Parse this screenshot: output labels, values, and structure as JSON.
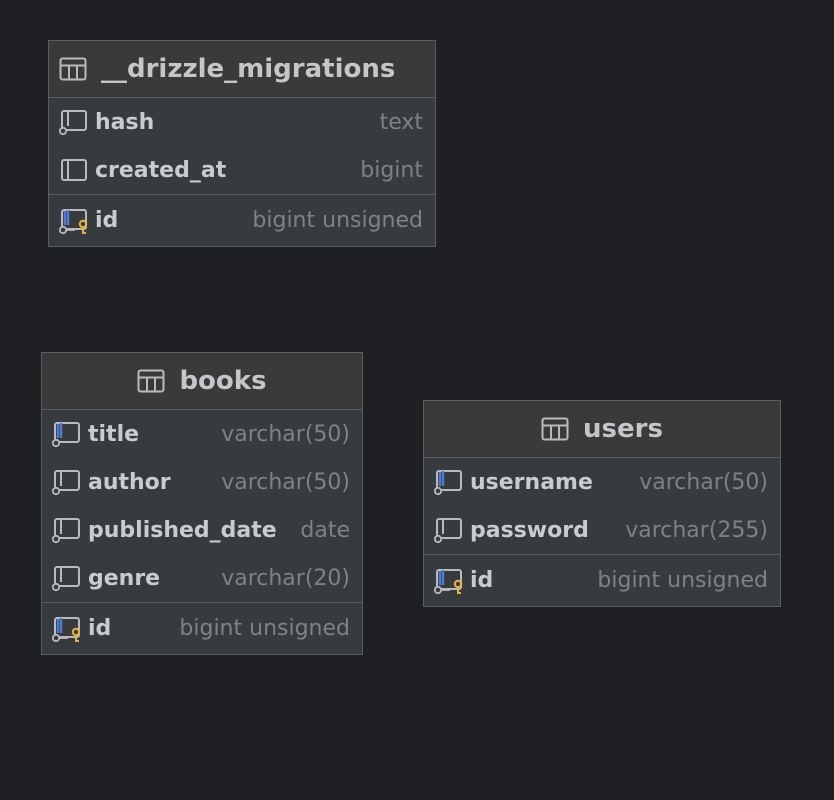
{
  "tables": {
    "drizzle_migrations": {
      "title": "__drizzle_migrations",
      "columns": [
        {
          "name": "hash",
          "type": "text"
        },
        {
          "name": "created_at",
          "type": "bigint"
        }
      ],
      "pk": {
        "name": "id",
        "type": "bigint unsigned"
      }
    },
    "books": {
      "title": "books",
      "columns": [
        {
          "name": "title",
          "type": "varchar(50)"
        },
        {
          "name": "author",
          "type": "varchar(50)"
        },
        {
          "name": "published_date",
          "type": "date"
        },
        {
          "name": "genre",
          "type": "varchar(20)"
        }
      ],
      "pk": {
        "name": "id",
        "type": "bigint unsigned"
      }
    },
    "users": {
      "title": "users",
      "columns": [
        {
          "name": "username",
          "type": "varchar(50)"
        },
        {
          "name": "password",
          "type": "varchar(255)"
        }
      ],
      "pk": {
        "name": "id",
        "type": "bigint unsigned"
      }
    }
  },
  "icons": {
    "table": "table-icon",
    "column": "column-icon",
    "nullable_column": "nullable-column-icon",
    "indexed_column": "indexed-column-icon",
    "primary_key": "primary-key-column-icon"
  },
  "colors": {
    "background": "#1f2023",
    "table_body": "#383b3e",
    "header": "#3a3a3a",
    "border": "#5a5d61",
    "text": "#c9cbce",
    "type_text": "#7e8286",
    "index_accent": "#4f7ad6",
    "key_accent": "#e8b33c"
  }
}
